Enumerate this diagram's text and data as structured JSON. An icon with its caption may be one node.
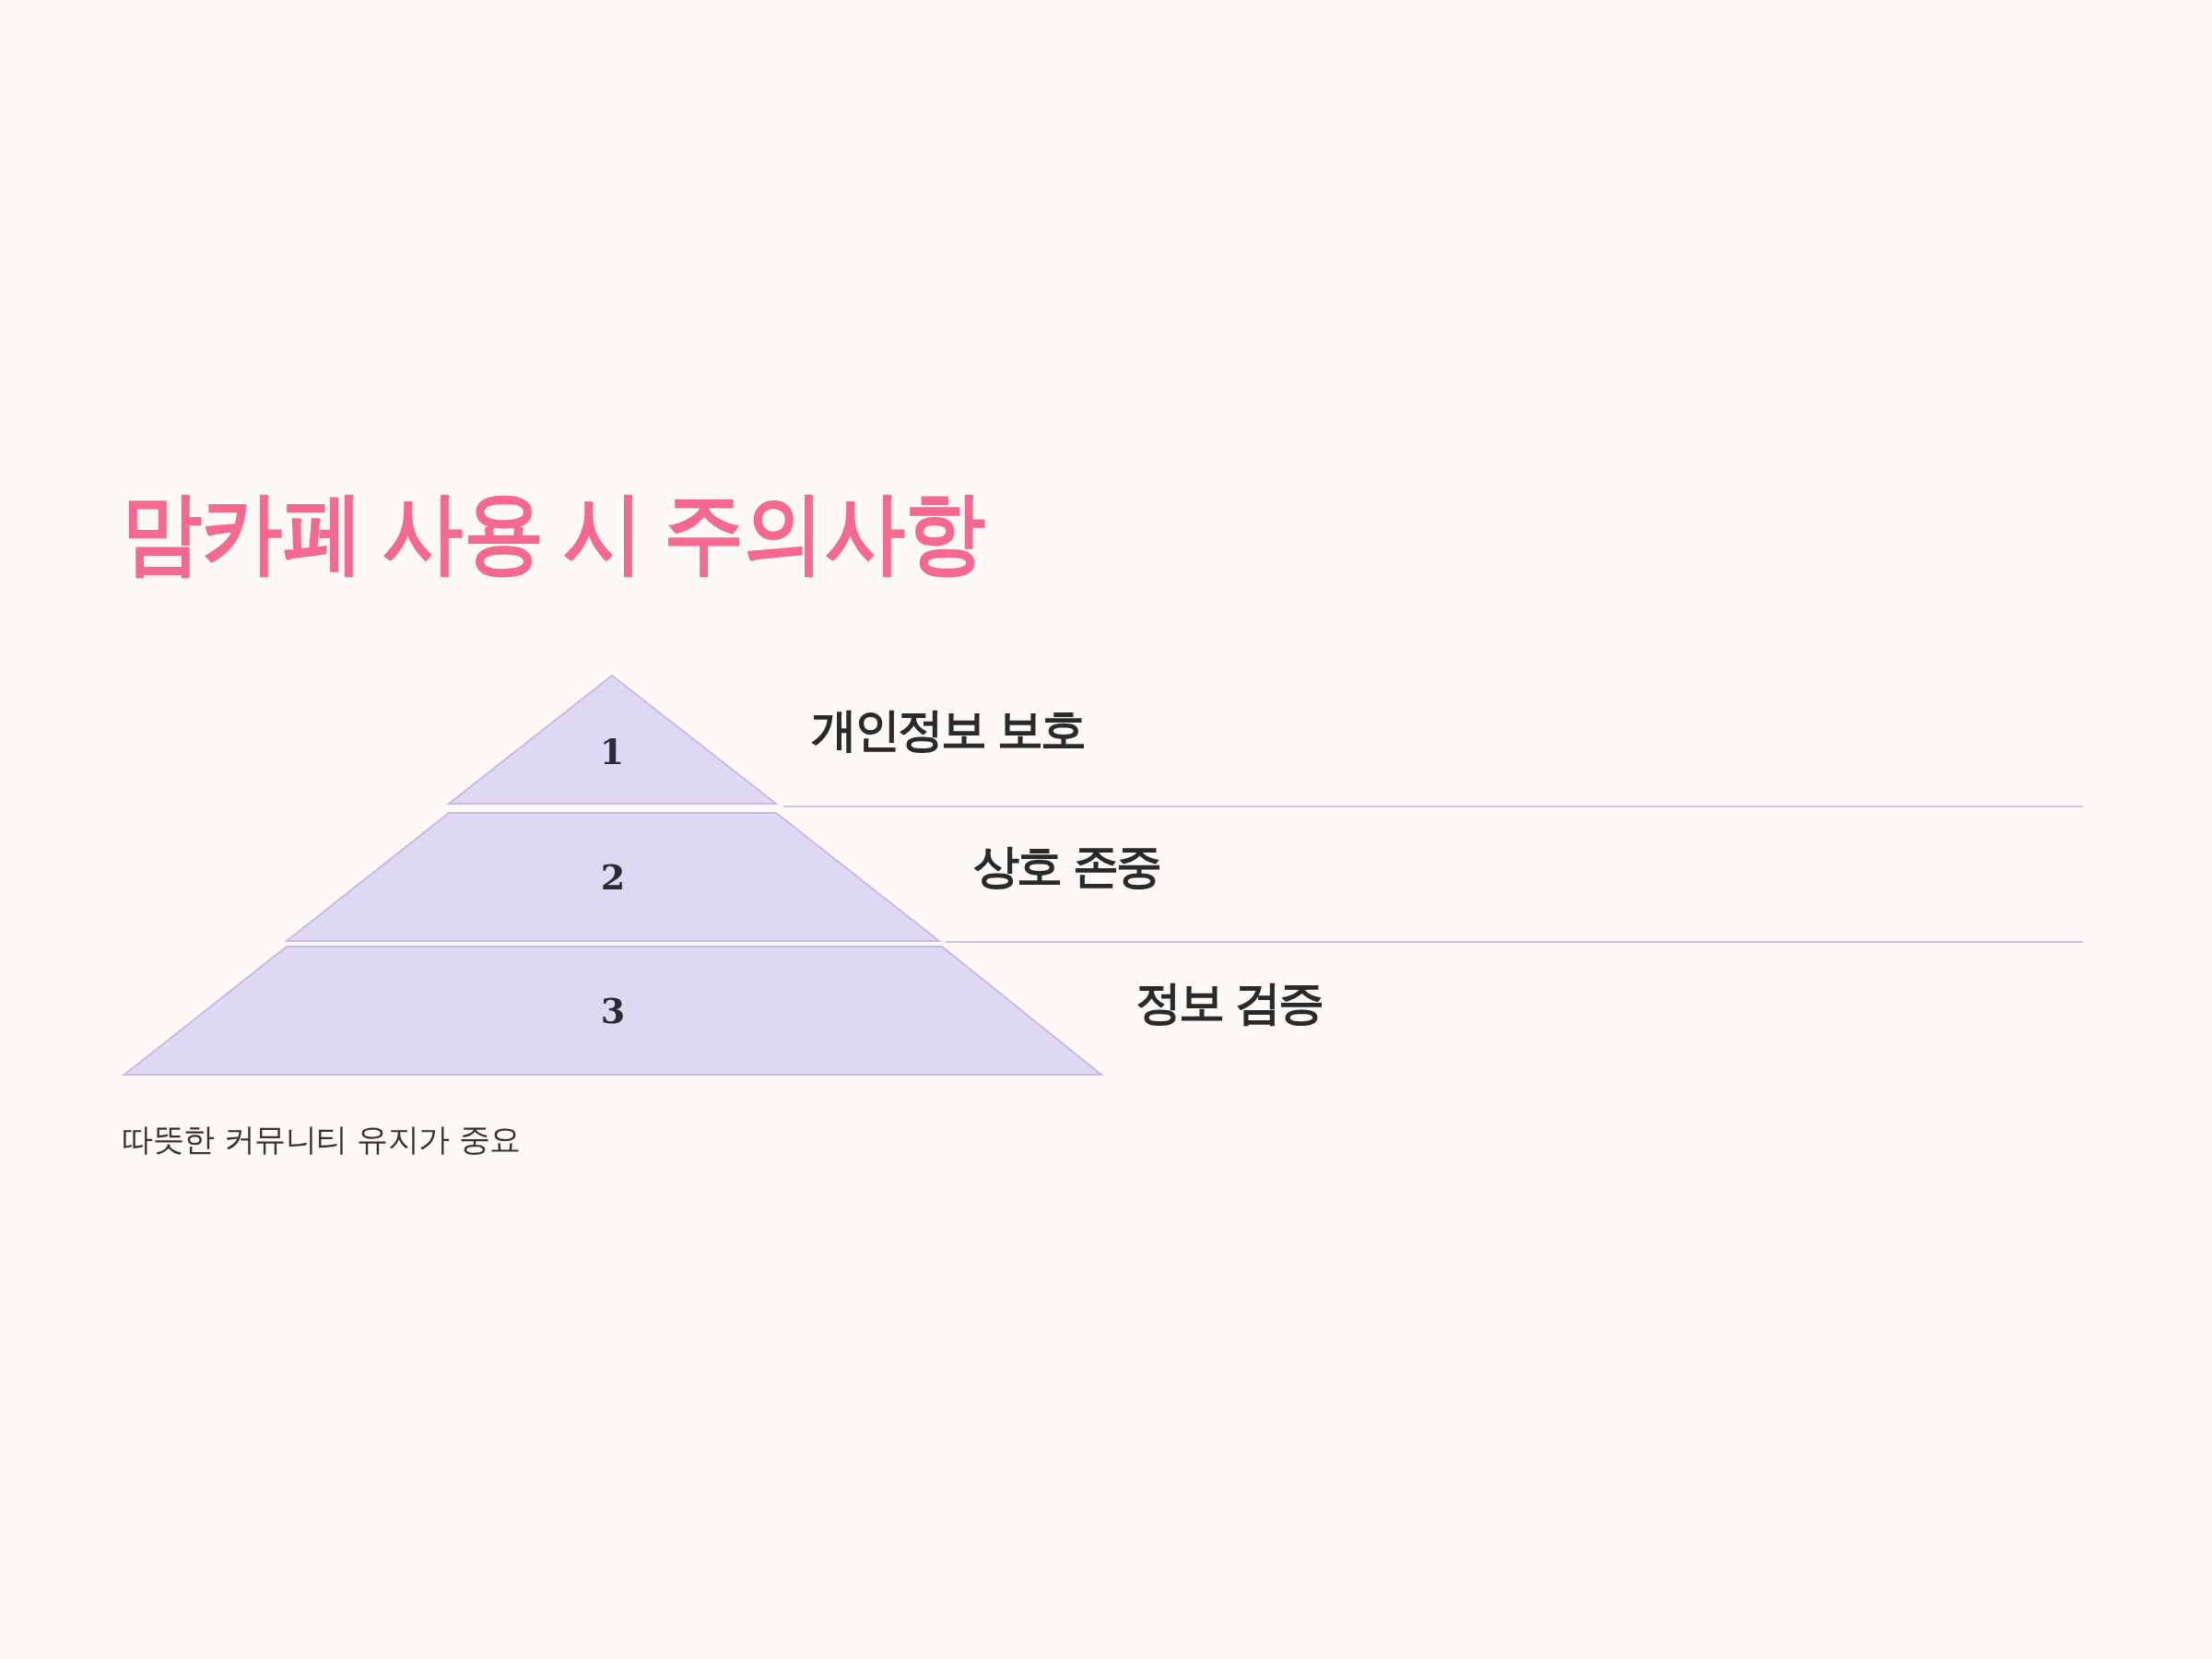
{
  "diagram": {
    "title": "맘카페 사용 시 주의사항",
    "nodes": [
      {
        "text": [
          "1"
        ],
        "beside": [
          "개인정보 보호"
        ]
      },
      {
        "text": [
          "2"
        ],
        "beside": [
          "상호 존중"
        ]
      },
      {
        "text": [
          "3"
        ],
        "beside": [
          "정보 검증"
        ]
      }
    ],
    "caption": "따뜻한 커뮤니티 유지가 중요"
  }
}
